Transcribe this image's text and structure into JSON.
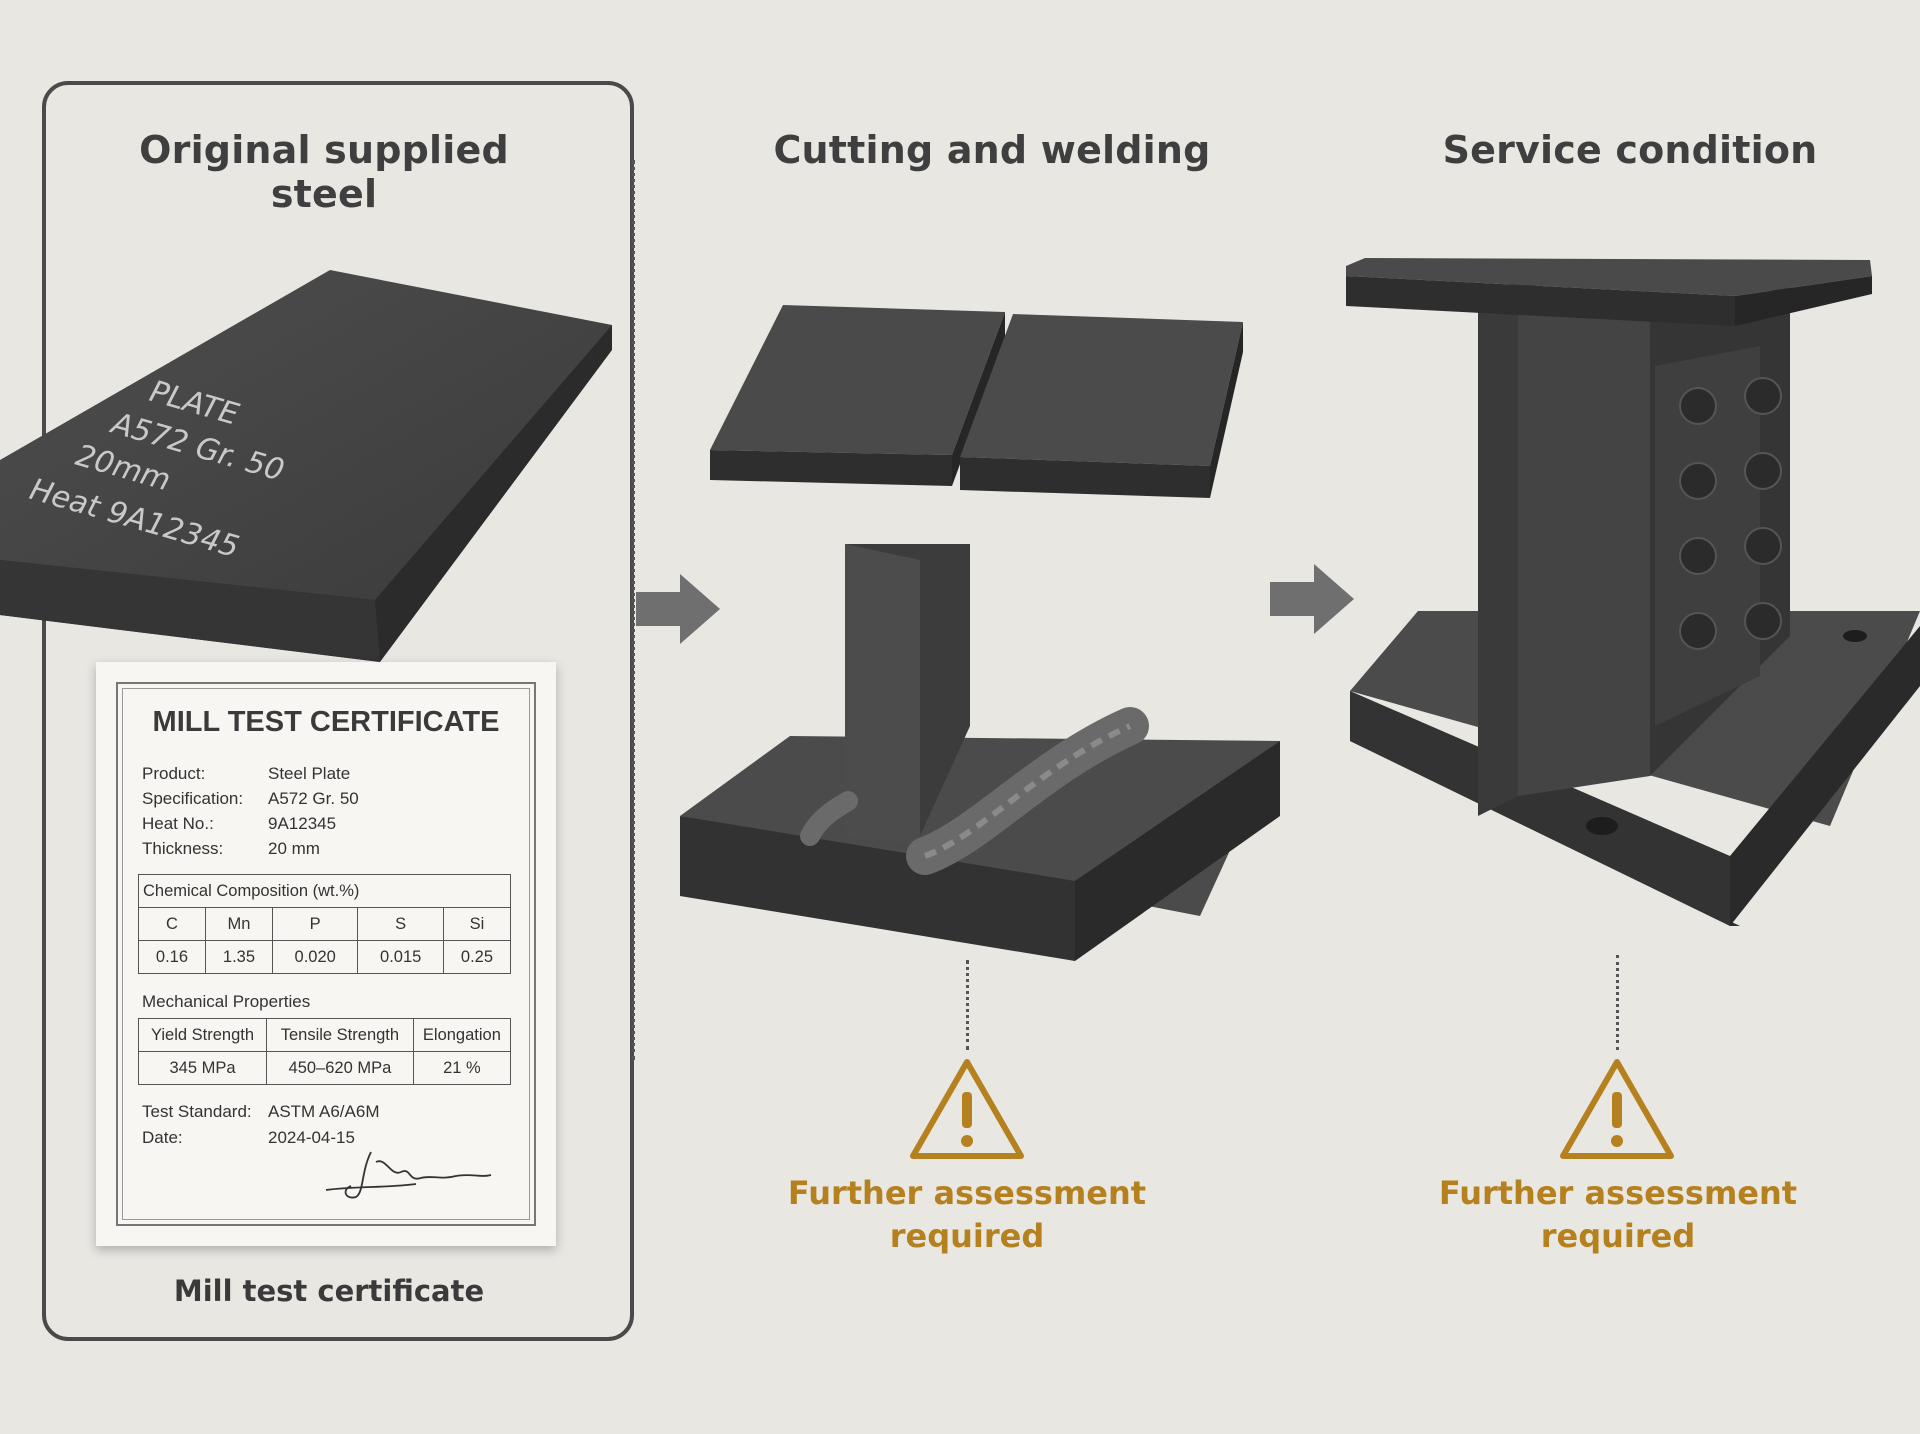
{
  "stages": [
    {
      "title": "Original supplied steel"
    },
    {
      "title": "Cutting and welding"
    },
    {
      "title": "Service condition"
    }
  ],
  "plate_marking": [
    "PLATE",
    "A572 Gr. 50",
    "20mm",
    "Heat 9A12345"
  ],
  "certificate": {
    "title": "MILL TEST CERTIFICATE",
    "fields": [
      {
        "label": "Product:",
        "value": "Steel Plate"
      },
      {
        "label": "Specification:",
        "value": "A572 Gr. 50"
      },
      {
        "label": "Heat No.:",
        "value": "9A12345"
      },
      {
        "label": "Thickness:",
        "value": "20 mm"
      }
    ],
    "chem_heading": "Chemical Composition (wt.%)",
    "chem_elements": [
      "C",
      "Mn",
      "P",
      "S",
      "Si"
    ],
    "chem_values": [
      "0.16",
      "1.35",
      "0.020",
      "0.015",
      "0.25"
    ],
    "mech_heading": "Mechanical Properties",
    "mech_headers": [
      "Yield Strength",
      "Tensile Strength",
      "Elongation"
    ],
    "mech_values": [
      "345 MPa",
      "450–620 MPa",
      "21 %"
    ],
    "test_standard_label": "Test Standard:",
    "test_standard_value": "ASTM A6/A6M",
    "date_label": "Date:",
    "date_value": "2024-04-15"
  },
  "certificate_caption": "Mill test certificate",
  "warnings": [
    {
      "line1": "Further assessment",
      "line2": "required"
    },
    {
      "line1": "Further assessment",
      "line2": "required"
    }
  ],
  "colors": {
    "accent": "#b5801e",
    "steel": "#4a4a4a",
    "background": "#e9e7e2"
  }
}
